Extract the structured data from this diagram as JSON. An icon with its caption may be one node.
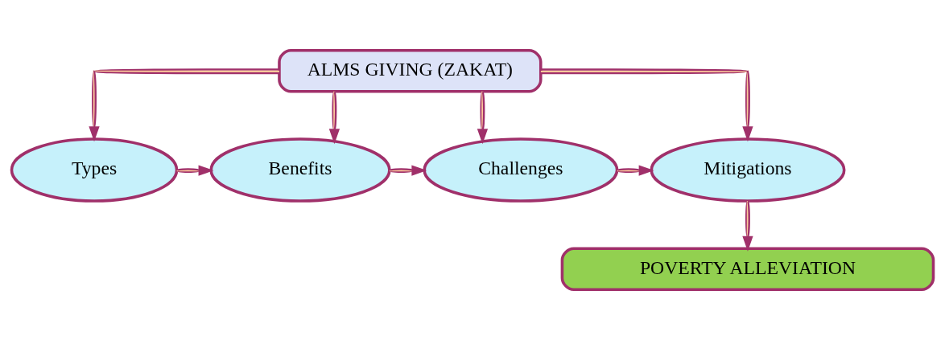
{
  "diagram": {
    "nodes": [
      {
        "text": [
          "ALMS GIVING (ZAKAT)"
        ]
      },
      {
        "text": [
          "Types"
        ]
      },
      {
        "text": [
          "Benefits"
        ]
      },
      {
        "text": [
          "Challenges"
        ]
      },
      {
        "text": [
          "Mitigations"
        ]
      },
      {
        "text": [
          "POVERTY ALLEVIATION"
        ]
      }
    ],
    "edges": [
      {
        "from": 0,
        "to": 1,
        "arrow": "to"
      },
      {
        "from": 0,
        "to": 2,
        "arrow": "to"
      },
      {
        "from": 0,
        "to": 3,
        "arrow": "to"
      },
      {
        "from": 0,
        "to": 4,
        "arrow": "to"
      },
      {
        "from": 1,
        "to": 2,
        "arrow": "to"
      },
      {
        "from": 2,
        "to": 3,
        "arrow": "to"
      },
      {
        "from": 3,
        "to": 4,
        "arrow": "to"
      },
      {
        "from": 4,
        "to": 5,
        "arrow": "to"
      }
    ]
  }
}
